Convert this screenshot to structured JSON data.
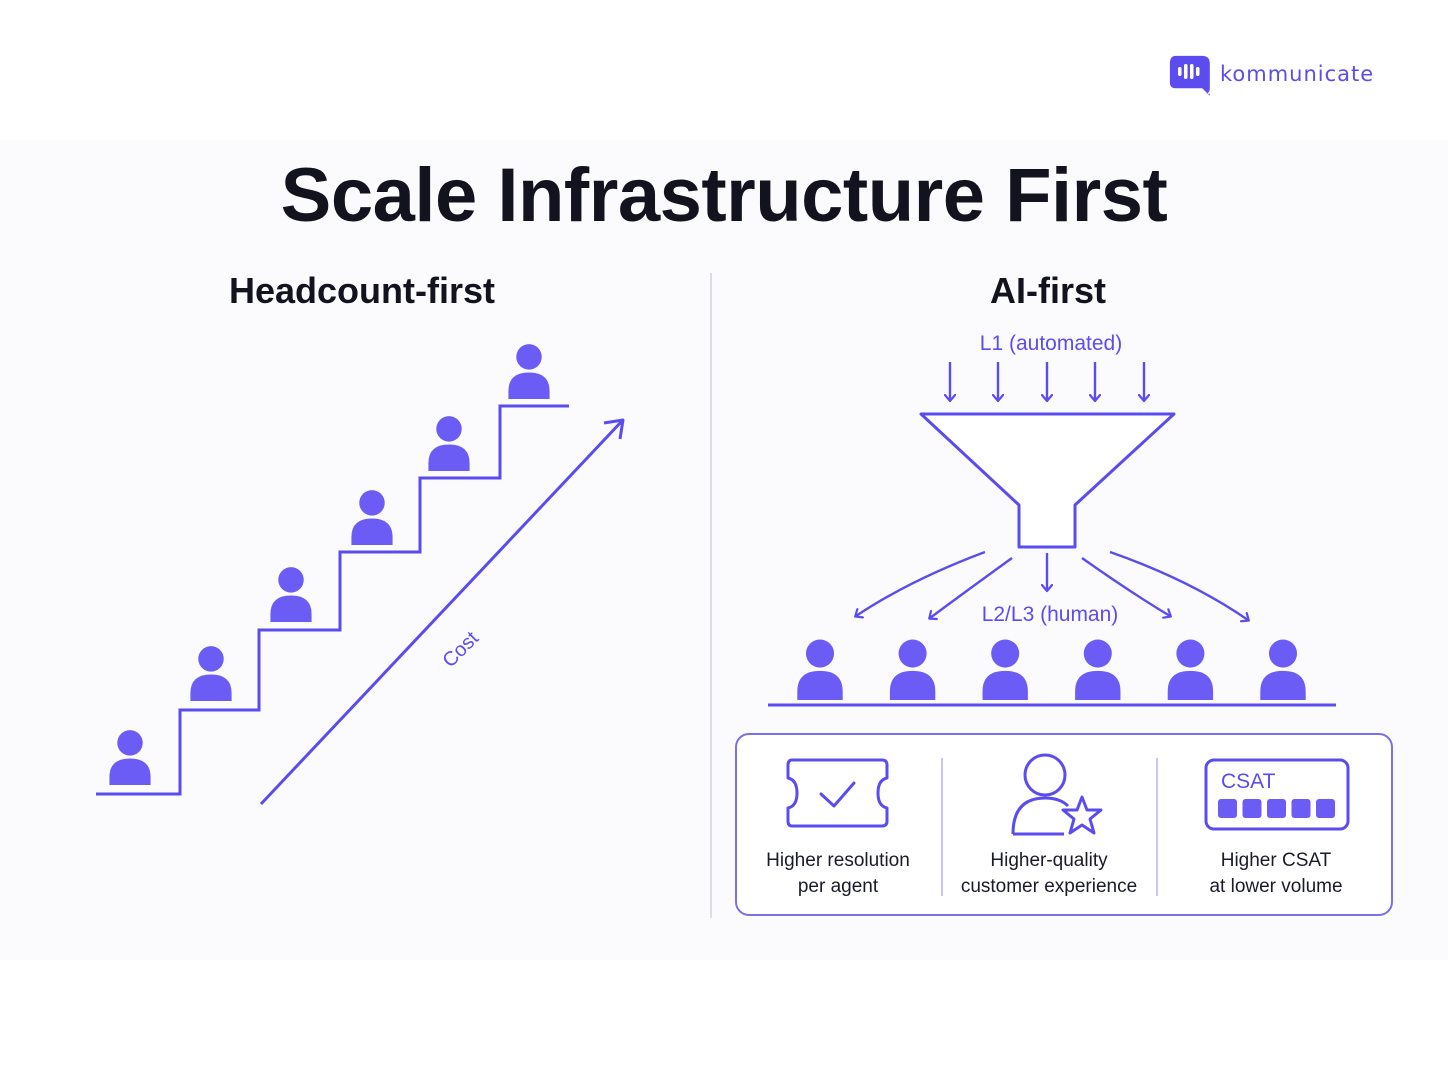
{
  "brand": {
    "name": "kommunicate",
    "accent": "#5b4cf0"
  },
  "title": "Scale Infrastructure First",
  "headcount_first": {
    "title": "Headcount-first",
    "cost_label": "Cost",
    "steps": 6
  },
  "ai_first": {
    "title": "AI-first",
    "l1_label": "L1 (automated)",
    "l2_label": "L2/L3 (human)",
    "agents": 6
  },
  "benefits": [
    {
      "icon": "ticket-check-icon",
      "label": "Higher resolution\nper agent"
    },
    {
      "icon": "user-star-icon",
      "label": "Higher-quality\ncustomer experience"
    },
    {
      "icon": "csat-meter-icon",
      "badge": "CSAT",
      "label": "Higher CSAT\nat lower volume"
    }
  ],
  "colors": {
    "accent": "#5b4cf0",
    "icon_fill": "#6a5cf5",
    "text": "#12131f"
  }
}
